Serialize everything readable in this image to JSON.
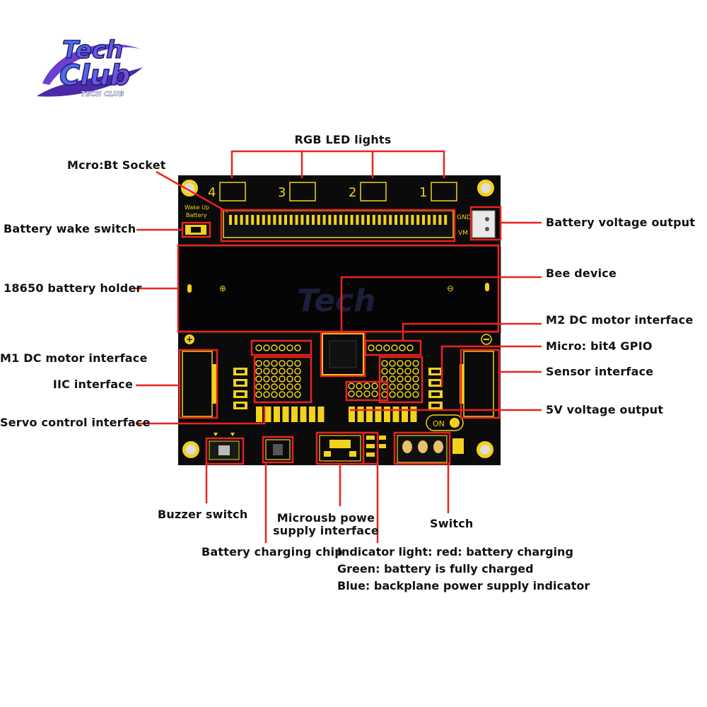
{
  "logo": {
    "line1": "Tech",
    "line2": "Club",
    "line3": "TECH CLUB"
  },
  "board": {
    "rgb_numbers": [
      "4",
      "3",
      "2",
      "1"
    ],
    "wake_up_text": [
      "Wake Up",
      "Battery"
    ],
    "pin_labels": {
      "gnd": "GND",
      "vm": "VM"
    },
    "on_label": "ON",
    "plus_symbol": "⊕",
    "minus_symbol": "⊖"
  },
  "labels": {
    "rgb_led_lights": "RGB LED lights",
    "microbit_socket": "Mcro:Bt Socket",
    "battery_wake_switch": "Battery wake switch",
    "battery_voltage_output": "Battery voltage output",
    "battery_holder": "18650 battery holder",
    "bee_device": "Bee device",
    "m2_motor": "M2 DC motor interface",
    "m1_motor": "M1 DC motor interface",
    "microbit_gpio": "Micro: bit4 GPIO",
    "iic_interface": "IIC interface",
    "sensor_interface": "Sensor interface",
    "servo_interface": "Servo control interface",
    "v5_output": "5V voltage output",
    "buzzer_switch": "Buzzer switch",
    "microusb_line1": "Microusb powe",
    "microusb_line2": "supply interface",
    "switch": "Switch",
    "charging_chip": "Battery charging chip",
    "indicator_1": "Indicator light: red: battery charging",
    "indicator_2": "Green: battery is fully charged",
    "indicator_3": "Blue: backplane power supply indicator"
  },
  "colors": {
    "board": "#0b0b0b",
    "gold": "#f2d21a",
    "callout": "#e8231f",
    "logo_purple": "#7a3ccf",
    "logo_blue": "#2d6ff0"
  }
}
